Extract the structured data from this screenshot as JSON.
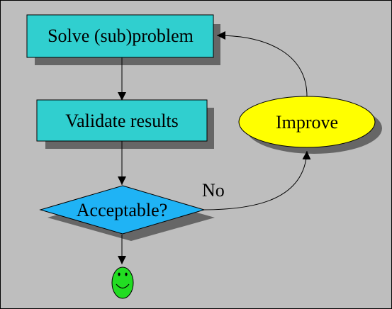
{
  "nodes": {
    "solve": {
      "label": "Solve (sub)problem",
      "fill": "#30cfcf"
    },
    "validate": {
      "label": "Validate results",
      "fill": "#30cfcf"
    },
    "acceptable": {
      "label": "Acceptable?",
      "fill": "#1fb3f5"
    },
    "improve": {
      "label": "Improve",
      "fill": "#ffff00"
    },
    "done": {
      "icon": "smiley-face-icon",
      "fill": "#22dd22"
    }
  },
  "edges": {
    "no_label": "No"
  },
  "colors": {
    "background": "#bebebe",
    "shadow": "#666666",
    "stroke": "#000000"
  }
}
